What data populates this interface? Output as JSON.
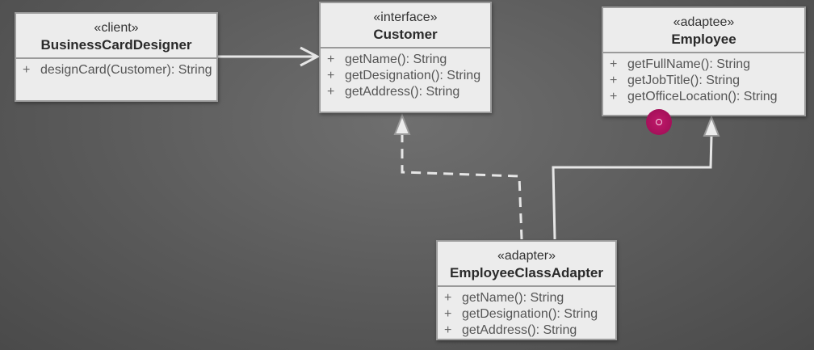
{
  "classes": {
    "client": {
      "stereotype": "«client»",
      "name": "BusinessCardDesigner",
      "operations": [
        {
          "vis": "+",
          "sig": "designCard(Customer): String"
        }
      ]
    },
    "customer": {
      "stereotype": "«interface»",
      "name": "Customer",
      "operations": [
        {
          "vis": "+",
          "sig": "getName(): String"
        },
        {
          "vis": "+",
          "sig": "getDesignation(): String"
        },
        {
          "vis": "+",
          "sig": "getAddress(): String"
        }
      ]
    },
    "employee": {
      "stereotype": "«adaptee»",
      "name": "Employee",
      "operations": [
        {
          "vis": "+",
          "sig": "getFullName(): String"
        },
        {
          "vis": "+",
          "sig": "getJobTitle(): String"
        },
        {
          "vis": "+",
          "sig": "getOfficeLocation(): String"
        }
      ]
    },
    "adapter": {
      "stereotype": "«adapter»",
      "name": "EmployeeClassAdapter",
      "operations": [
        {
          "vis": "+",
          "sig": "getName(): String"
        },
        {
          "vis": "+",
          "sig": "getDesignation(): String"
        },
        {
          "vis": "+",
          "sig": "getAddress(): String"
        }
      ]
    }
  },
  "relations": [
    {
      "from": "client",
      "to": "customer",
      "kind": "association"
    },
    {
      "from": "adapter",
      "to": "customer",
      "kind": "realization"
    },
    {
      "from": "adapter",
      "to": "employee",
      "kind": "generalization"
    }
  ],
  "colors": {
    "background": "#5e5e5e",
    "box_fill": "#ececec",
    "box_border": "#9a9a9a",
    "connector": "#e6e6e6",
    "cursor": "#b0125f"
  },
  "cursor_icon": "pointer-circle-icon"
}
